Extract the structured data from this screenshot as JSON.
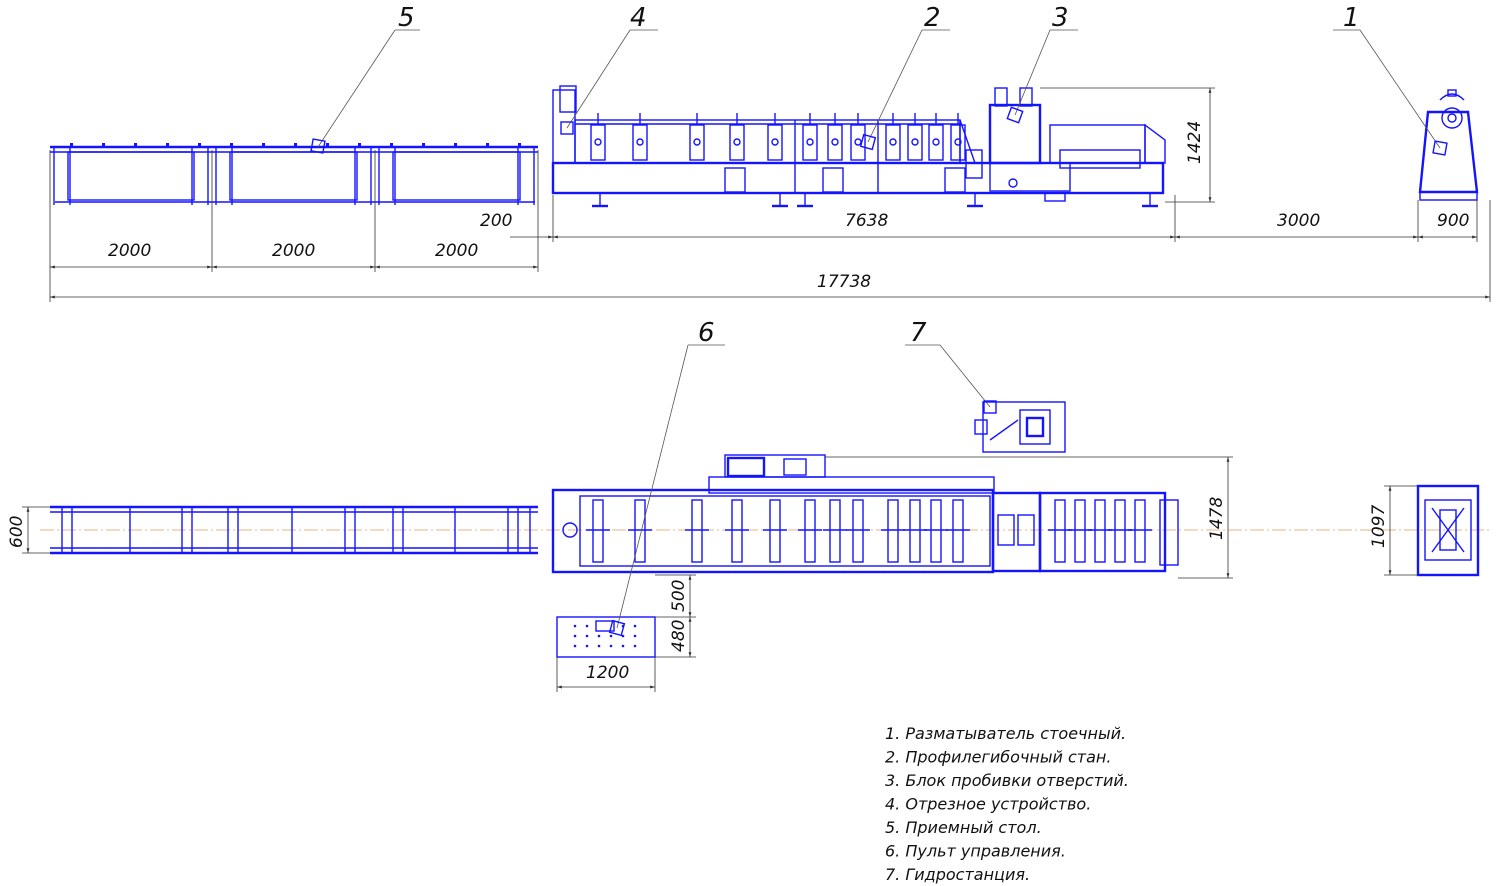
{
  "colors": {
    "drawing": "#1414ff",
    "dimension": "#333333",
    "centerline": "#e0a060"
  },
  "callouts": {
    "c1": "1",
    "c2": "2",
    "c3": "3",
    "c4": "4",
    "c5": "5",
    "c6": "6",
    "c7": "7"
  },
  "dimensions": {
    "table_section_1": "2000",
    "table_section_2": "2000",
    "table_section_3": "2000",
    "gap": "200",
    "mill_length": "7638",
    "decoiler_gap": "3000",
    "decoiler_width": "900",
    "total_length": "17738",
    "mill_height": "1424",
    "table_width": "600",
    "mill_width": "1478",
    "decoiler_depth": "1097",
    "panel_offset": "500",
    "panel_depth": "480",
    "panel_length": "1200"
  },
  "legend": [
    "1. Разматыватель стоечный.",
    "2. Профилегибочный стан.",
    "3. Блок пробивки отверстий.",
    "4. Отрезное устройство.",
    "5. Приемный стол.",
    "6. Пульт управления.",
    "7. Гидростанция."
  ]
}
